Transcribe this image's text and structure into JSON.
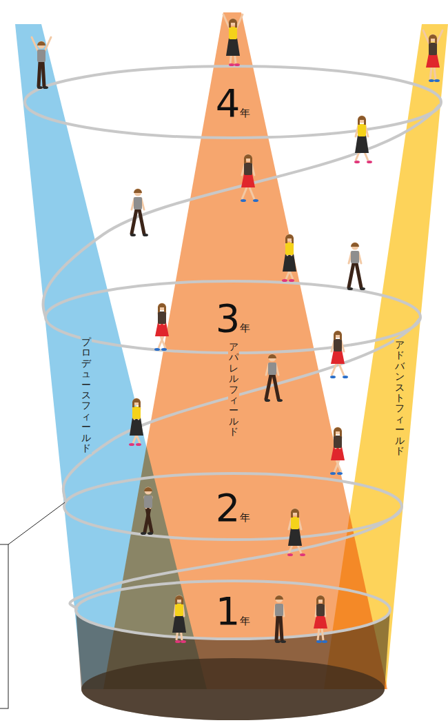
{
  "diagram": {
    "labels": [
      "4年",
      "3年",
      "2年",
      "1年",
      "プロデュースフィールド",
      "アパレルフィールド",
      "アドバンストフィールド"
    ]
  }
}
